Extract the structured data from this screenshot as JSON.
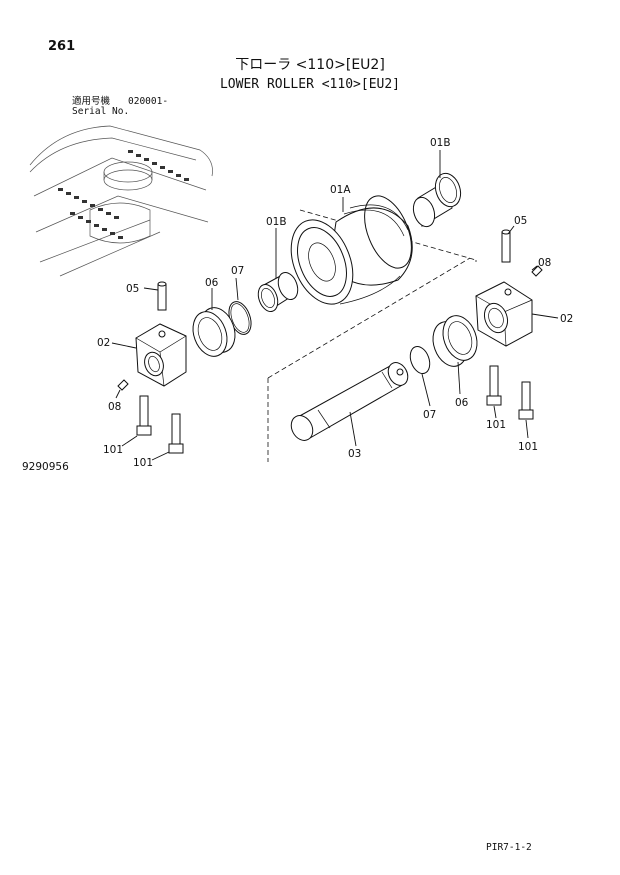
{
  "page": {
    "number": "261",
    "title_jp": "下ローラ <110>[EU2]",
    "title_en": "LOWER ROLLER <110>[EU2]",
    "serial_label_jp": "適用号機",
    "serial_value": "020001-",
    "serial_label_en": "Serial No.",
    "illustration_number": "9290956",
    "page_code": "PIR7-1-2"
  },
  "callouts": {
    "c01B_top": "01B",
    "c01A": "01A",
    "c01B_left": "01B",
    "c05_right": "05",
    "c08_right": "08",
    "c02_right": "02",
    "c05_left": "05",
    "c06_left": "06",
    "c07_left": "07",
    "c02_left": "02",
    "c08_left": "08",
    "c101_a": "101",
    "c101_b": "101",
    "c07_right": "07",
    "c06_right": "06",
    "c03": "03",
    "c101_c": "101",
    "c101_d": "101"
  },
  "icons": [
    "track-frame-overview",
    "roller-body",
    "bushing",
    "seal",
    "o-ring",
    "collar",
    "pin",
    "shaft",
    "bolt"
  ]
}
